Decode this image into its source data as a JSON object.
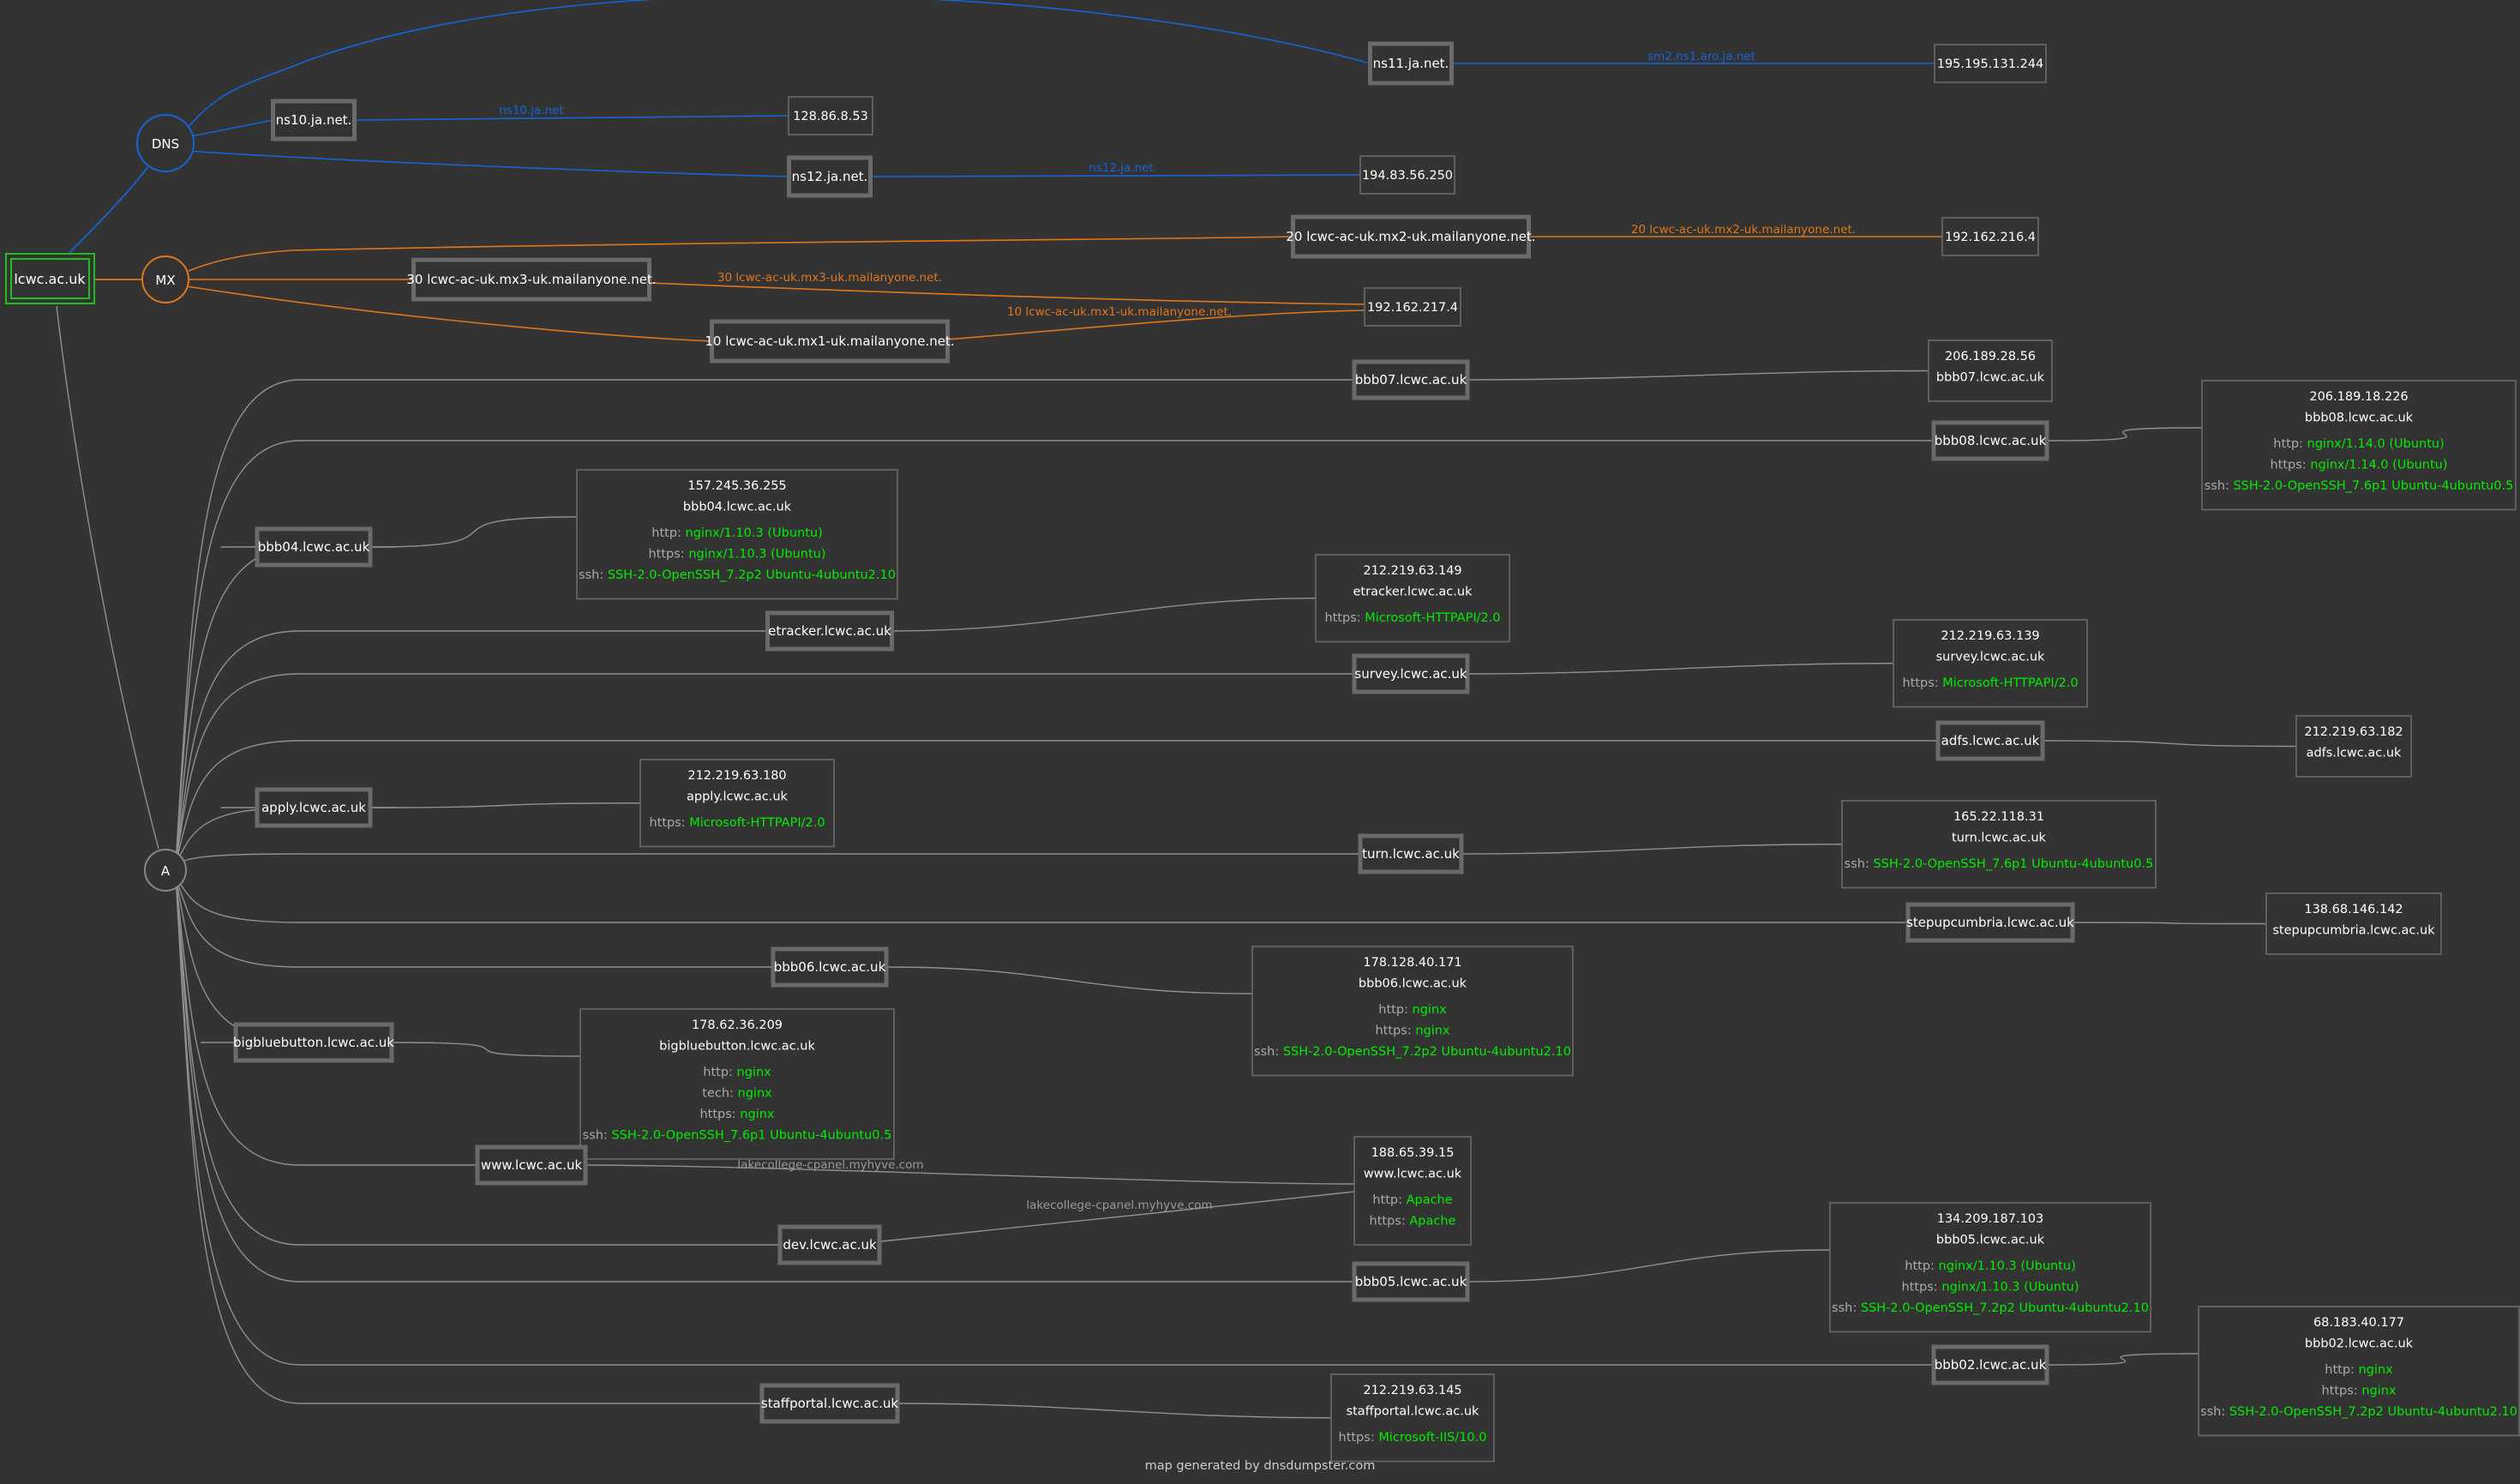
{
  "colors": {
    "background": "#333333",
    "dns": "#1565d8",
    "mx": "#e0761c",
    "a": "#909090",
    "host_border": "#6a6a6a",
    "info_border": "#6a6a6a",
    "root_border": "#22bb22",
    "service_value": "#00ee00",
    "service_key": "#aaaaaa",
    "text": "#ffffff",
    "footer": "#cccccc"
  },
  "root": {
    "label": "lcwc.ac.uk"
  },
  "record_types": [
    {
      "id": "dns",
      "label": "DNS"
    },
    {
      "id": "mx",
      "label": "MX"
    },
    {
      "id": "a",
      "label": "A"
    }
  ],
  "dns_records": [
    {
      "host": "ns10.ja.net.",
      "ip": "128.86.8.53",
      "edge_label": "ns10.ja.net"
    },
    {
      "host": "ns12.ja.net.",
      "ip": "194.83.56.250",
      "edge_label": "ns12.ja.net"
    },
    {
      "host": "ns11.ja.net.",
      "ip": "195.195.131.244",
      "edge_label": "sm2.ns1.aro.ja.net"
    }
  ],
  "mx_records": [
    {
      "host": "20 lcwc-ac-uk.mx2-uk.mailanyone.net.",
      "ip": "192.162.216.4",
      "edge_label": "20 lcwc-ac-uk.mx2-uk.mailanyone.net."
    },
    {
      "host": "30 lcwc-ac-uk.mx3-uk.mailanyone.net.",
      "ip": "192.162.217.4",
      "edge_label": "30 lcwc-ac-uk.mx3-uk.mailanyone.net."
    },
    {
      "host": "10 lcwc-ac-uk.mx1-uk.mailanyone.net.",
      "ip": "192.162.217.4",
      "edge_label": "10 lcwc-ac-uk.mx1-uk.mailanyone.net."
    }
  ],
  "a_records": [
    {
      "host": "bbb07.lcwc.ac.uk",
      "ip": "206.189.28.56",
      "reverse": "bbb07.lcwc.ac.uk",
      "services": []
    },
    {
      "host": "bbb08.lcwc.ac.uk",
      "ip": "206.189.18.226",
      "reverse": "bbb08.lcwc.ac.uk",
      "services": [
        {
          "key": "http:",
          "value": "nginx/1.14.0 (Ubuntu)"
        },
        {
          "key": "https:",
          "value": "nginx/1.14.0 (Ubuntu)"
        },
        {
          "key": "ssh:",
          "value": "SSH-2.0-OpenSSH_7.6p1 Ubuntu-4ubuntu0.5"
        }
      ]
    },
    {
      "host": "bbb04.lcwc.ac.uk",
      "ip": "157.245.36.255",
      "reverse": "bbb04.lcwc.ac.uk",
      "services": [
        {
          "key": "http:",
          "value": "nginx/1.10.3 (Ubuntu)"
        },
        {
          "key": "https:",
          "value": "nginx/1.10.3 (Ubuntu)"
        },
        {
          "key": "ssh:",
          "value": "SSH-2.0-OpenSSH_7.2p2 Ubuntu-4ubuntu2.10"
        }
      ]
    },
    {
      "host": "etracker.lcwc.ac.uk",
      "ip": "212.219.63.149",
      "reverse": "etracker.lcwc.ac.uk",
      "services": [
        {
          "key": "https:",
          "value": "Microsoft-HTTPAPI/2.0"
        }
      ]
    },
    {
      "host": "survey.lcwc.ac.uk",
      "ip": "212.219.63.139",
      "reverse": "survey.lcwc.ac.uk",
      "services": [
        {
          "key": "https:",
          "value": "Microsoft-HTTPAPI/2.0"
        }
      ]
    },
    {
      "host": "adfs.lcwc.ac.uk",
      "ip": "212.219.63.182",
      "reverse": "adfs.lcwc.ac.uk",
      "services": []
    },
    {
      "host": "apply.lcwc.ac.uk",
      "ip": "212.219.63.180",
      "reverse": "apply.lcwc.ac.uk",
      "services": [
        {
          "key": "https:",
          "value": "Microsoft-HTTPAPI/2.0"
        }
      ]
    },
    {
      "host": "turn.lcwc.ac.uk",
      "ip": "165.22.118.31",
      "reverse": "turn.lcwc.ac.uk",
      "services": [
        {
          "key": "ssh:",
          "value": "SSH-2.0-OpenSSH_7.6p1 Ubuntu-4ubuntu0.5"
        }
      ]
    },
    {
      "host": "stepupcumbria.lcwc.ac.uk",
      "ip": "138.68.146.142",
      "reverse": "stepupcumbria.lcwc.ac.uk",
      "services": []
    },
    {
      "host": "bbb06.lcwc.ac.uk",
      "ip": "178.128.40.171",
      "reverse": "bbb06.lcwc.ac.uk",
      "services": [
        {
          "key": "http:",
          "value": "nginx"
        },
        {
          "key": "https:",
          "value": "nginx"
        },
        {
          "key": "ssh:",
          "value": "SSH-2.0-OpenSSH_7.2p2 Ubuntu-4ubuntu2.10"
        }
      ]
    },
    {
      "host": "bigbluebutton.lcwc.ac.uk",
      "ip": "178.62.36.209",
      "reverse": "bigbluebutton.lcwc.ac.uk",
      "services": [
        {
          "key": "http:",
          "value": "nginx"
        },
        {
          "key": "tech:",
          "value": "nginx"
        },
        {
          "key": "https:",
          "value": "nginx"
        },
        {
          "key": "ssh:",
          "value": "SSH-2.0-OpenSSH_7.6p1 Ubuntu-4ubuntu0.5"
        }
      ]
    },
    {
      "host": "www.lcwc.ac.uk",
      "ip": "188.65.39.15",
      "reverse": "www.lcwc.ac.uk",
      "edge_label": "lakecollege-cpanel.myhyve.com",
      "services": [
        {
          "key": "http:",
          "value": "Apache"
        },
        {
          "key": "https:",
          "value": "Apache"
        }
      ]
    },
    {
      "host": "dev.lcwc.ac.uk",
      "ip": "188.65.39.15",
      "edge_label": "lakecollege-cpanel.myhyve.com",
      "services": []
    },
    {
      "host": "bbb05.lcwc.ac.uk",
      "ip": "134.209.187.103",
      "reverse": "bbb05.lcwc.ac.uk",
      "services": [
        {
          "key": "http:",
          "value": "nginx/1.10.3 (Ubuntu)"
        },
        {
          "key": "https:",
          "value": "nginx/1.10.3 (Ubuntu)"
        },
        {
          "key": "ssh:",
          "value": "SSH-2.0-OpenSSH_7.2p2 Ubuntu-4ubuntu2.10"
        }
      ]
    },
    {
      "host": "bbb02.lcwc.ac.uk",
      "ip": "68.183.40.177",
      "reverse": "bbb02.lcwc.ac.uk",
      "services": [
        {
          "key": "http:",
          "value": "nginx"
        },
        {
          "key": "https:",
          "value": "nginx"
        },
        {
          "key": "ssh:",
          "value": "SSH-2.0-OpenSSH_7.2p2 Ubuntu-4ubuntu2.10"
        }
      ]
    },
    {
      "host": "staffportal.lcwc.ac.uk",
      "ip": "212.219.63.145",
      "reverse": "staffportal.lcwc.ac.uk",
      "services": [
        {
          "key": "https:",
          "value": "Microsoft-IIS/10.0"
        }
      ]
    }
  ],
  "footer": {
    "text": "map generated by dnsdumpster.com"
  }
}
